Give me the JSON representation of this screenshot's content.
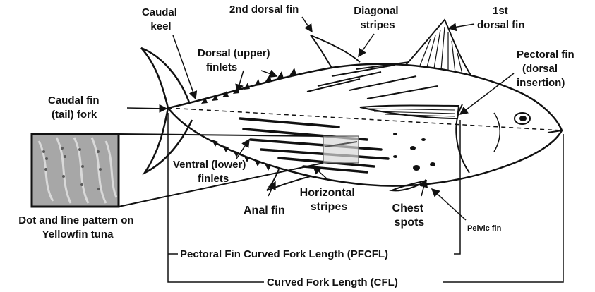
{
  "labels": {
    "caudal_keel": [
      "Caudal",
      "keel"
    ],
    "second_dorsal_fin": "2nd dorsal fin",
    "diagonal_stripes": [
      "Diagonal",
      "stripes"
    ],
    "first_dorsal_fin": [
      "1st",
      "dorsal fin"
    ],
    "dorsal_finlets": [
      "Dorsal (upper)",
      "finlets"
    ],
    "pectoral_fin_insertion": [
      "Pectoral fin",
      "(dorsal",
      "insertion)"
    ],
    "caudal_fin_fork": [
      "Caudal fin",
      "(tail) fork"
    ],
    "ventral_finlets": [
      "Ventral (lower)",
      "finlets"
    ],
    "horizontal_stripes": [
      "Horizontal",
      "stripes"
    ],
    "anal_fin": "Anal fin",
    "chest_spots": [
      "Chest",
      "spots"
    ],
    "pelvic_fin": "Pelvic fin",
    "inset_caption": [
      "Dot and line pattern on",
      "Yellowfin tuna"
    ],
    "pfcfl": "Pectoral Fin Curved Fork Length (PFCFL)",
    "cfl": "Curved Fork Length (CFL)"
  }
}
